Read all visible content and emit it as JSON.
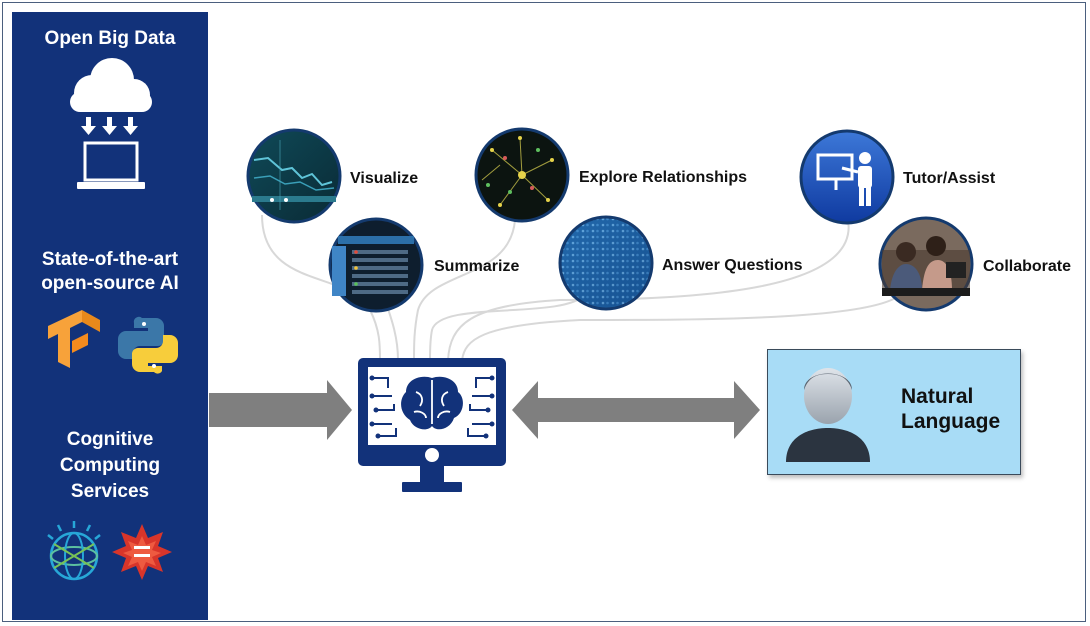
{
  "sidebar": {
    "heading_open_data": "Open Big Data",
    "heading_ai": "State-of-the-art\nopen-source AI",
    "heading_cognitive": "Cognitive\nComputing\nServices"
  },
  "capabilities": [
    {
      "label": "Visualize"
    },
    {
      "label": "Summarize"
    },
    {
      "label": "Explore Relationships"
    },
    {
      "label": "Answer Questions"
    },
    {
      "label": "Tutor/Assist"
    },
    {
      "label": "Collaborate"
    }
  ],
  "natural_language": {
    "label": "Natural\nLanguage"
  },
  "colors": {
    "sidebar": "#12327a",
    "monitor": "#12327a",
    "arrow": "#7f7f7f",
    "nl_box": "#a8dcf6",
    "connector": "#d6d6d6"
  }
}
